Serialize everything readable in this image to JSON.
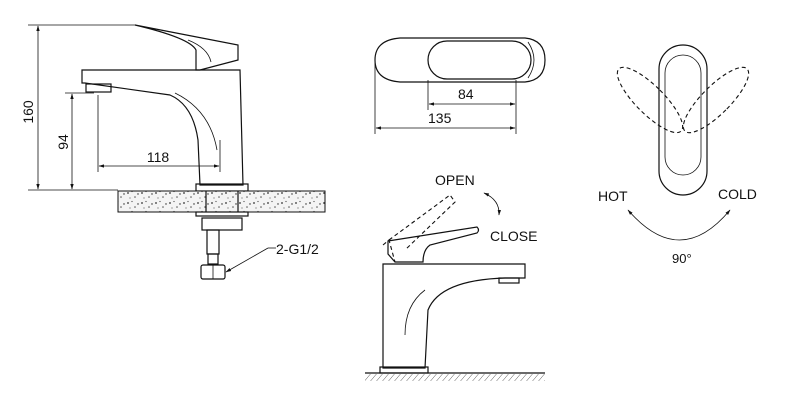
{
  "dimensions": {
    "overall_height": "160",
    "spout_height": "94",
    "spout_reach": "118",
    "lever_length": "84",
    "overall_length": "135",
    "connection": "2-G1/2",
    "rotation_angle": "90°"
  },
  "labels": {
    "open": "OPEN",
    "close": "CLOSE",
    "hot": "HOT",
    "cold": "COLD"
  }
}
